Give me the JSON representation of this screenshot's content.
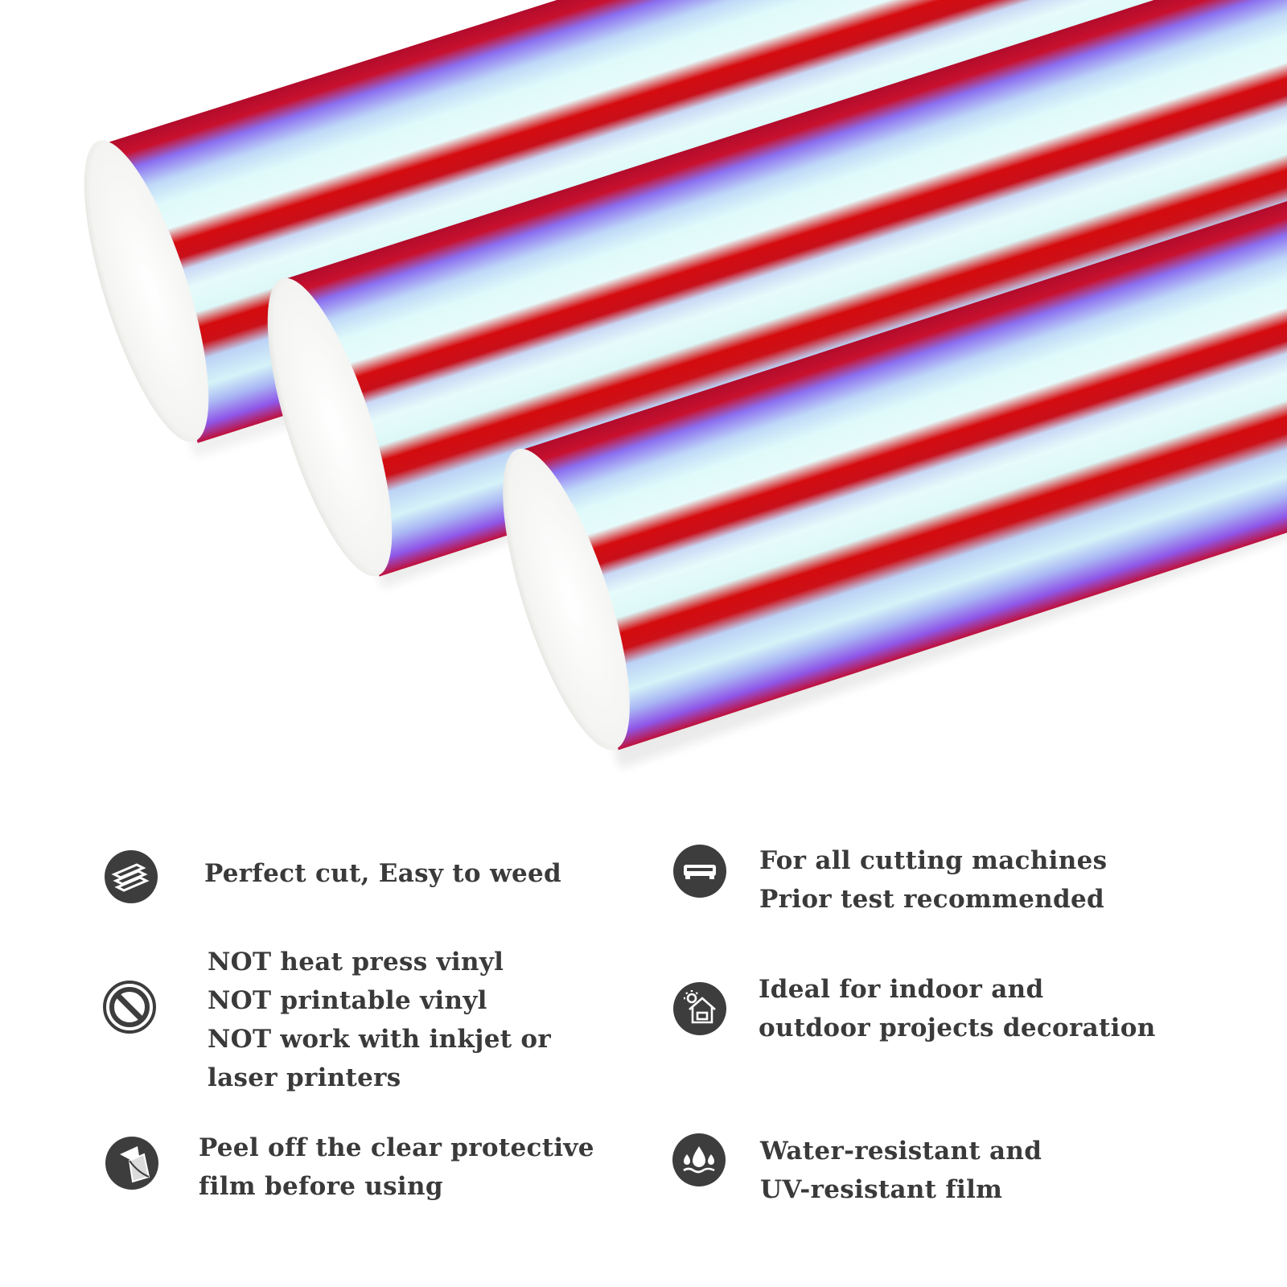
{
  "colors": {
    "roll_red": "#c8102e",
    "roll_cyan": "#d9fafa",
    "roll_violet": "#9a7ff0",
    "icon_dark": "#3d3d3d",
    "text": "#3a3a3a"
  },
  "product_image": {
    "rolls": [
      "roll-1",
      "roll-2",
      "roll-3"
    ]
  },
  "features": {
    "cut": {
      "icon": "layered-sheets-icon",
      "lines": [
        "Perfect cut, Easy to weed"
      ]
    },
    "machines": {
      "icon": "cutting-machine-icon",
      "lines": [
        "For all cutting machines",
        "Prior test recommended"
      ]
    },
    "not_heat": {
      "icon": "prohibited-icon",
      "lines": [
        "NOT heat press vinyl",
        "NOT printable vinyl",
        "NOT work with inkjet or",
        "laser printers"
      ]
    },
    "indoor": {
      "icon": "house-sun-icon",
      "lines": [
        "Ideal for indoor and",
        "outdoor projects decoration"
      ]
    },
    "peel": {
      "icon": "peel-film-icon",
      "lines": [
        "Peel off the clear protective",
        "film before using"
      ]
    },
    "water": {
      "icon": "water-drops-icon",
      "lines": [
        "Water-resistant and",
        "UV-resistant film"
      ]
    }
  }
}
